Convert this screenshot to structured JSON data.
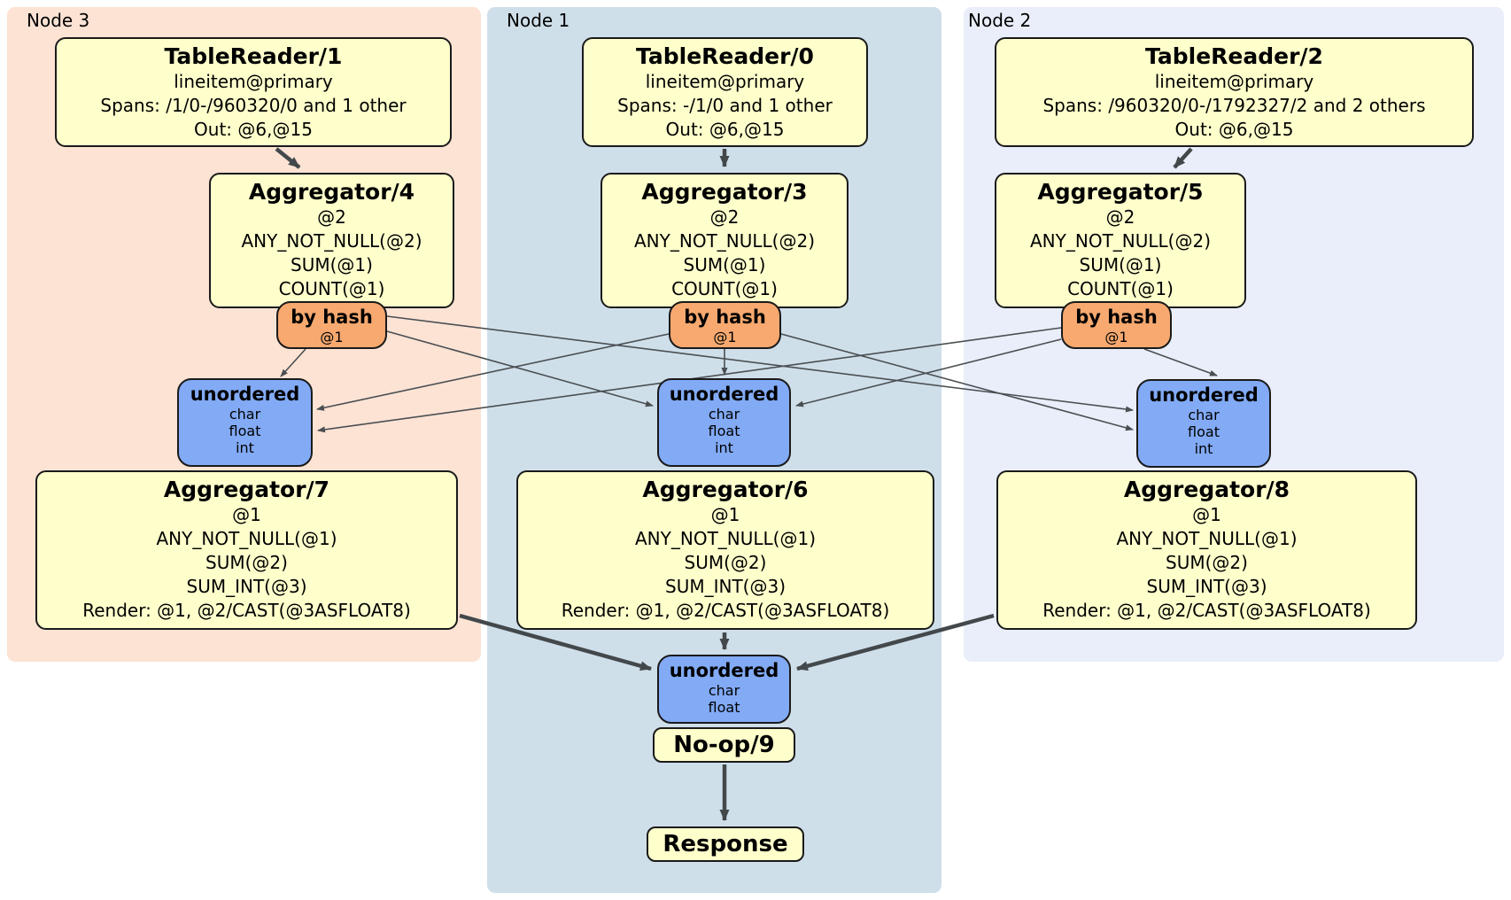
{
  "colors": {
    "panel_node1": "#cfdfea",
    "panel_node2": "#e9eefa",
    "panel_node3": "#fce3d4",
    "box_yellow": "#ffffcc",
    "router_orange": "#f7a96f",
    "sync_blue": "#82aaf5",
    "edge_thin": "#4a4f52",
    "edge_thick": "#43484b"
  },
  "node3": {
    "label": "Node 3",
    "table_reader": {
      "title": "TableReader/1",
      "lines": [
        "lineitem@primary",
        "Spans: /1/0-/960320/0 and 1 other",
        "Out: @6,@15"
      ]
    },
    "aggregator_top": {
      "title": "Aggregator/4",
      "lines": [
        "@2",
        "ANY_NOT_NULL(@2)",
        "SUM(@1)",
        "COUNT(@1)"
      ]
    },
    "router": {
      "title": "by hash",
      "lines": [
        "@1"
      ]
    },
    "sync": {
      "title": "unordered",
      "lines": [
        "char",
        "float",
        "int"
      ]
    },
    "aggregator_bottom": {
      "title": "Aggregator/7",
      "lines": [
        "@1",
        "ANY_NOT_NULL(@1)",
        "SUM(@2)",
        "SUM_INT(@3)",
        "Render: @1, @2/CAST(@3ASFLOAT8)"
      ]
    }
  },
  "node1": {
    "label": "Node 1",
    "table_reader": {
      "title": "TableReader/0",
      "lines": [
        "lineitem@primary",
        "Spans: -/1/0 and 1 other",
        "Out: @6,@15"
      ]
    },
    "aggregator_top": {
      "title": "Aggregator/3",
      "lines": [
        "@2",
        "ANY_NOT_NULL(@2)",
        "SUM(@1)",
        "COUNT(@1)"
      ]
    },
    "router": {
      "title": "by hash",
      "lines": [
        "@1"
      ]
    },
    "sync": {
      "title": "unordered",
      "lines": [
        "char",
        "float",
        "int"
      ]
    },
    "aggregator_bottom": {
      "title": "Aggregator/6",
      "lines": [
        "@1",
        "ANY_NOT_NULL(@1)",
        "SUM(@2)",
        "SUM_INT(@3)",
        "Render: @1, @2/CAST(@3ASFLOAT8)"
      ]
    },
    "final_sync": {
      "title": "unordered",
      "lines": [
        "char",
        "float"
      ]
    },
    "noop": {
      "title": "No-op/9"
    },
    "response": {
      "title": "Response"
    }
  },
  "node2": {
    "label": "Node 2",
    "table_reader": {
      "title": "TableReader/2",
      "lines": [
        "lineitem@primary",
        "Spans: /960320/0-/1792327/2 and 2 others",
        "Out: @6,@15"
      ]
    },
    "aggregator_top": {
      "title": "Aggregator/5",
      "lines": [
        "@2",
        "ANY_NOT_NULL(@2)",
        "SUM(@1)",
        "COUNT(@1)"
      ]
    },
    "router": {
      "title": "by hash",
      "lines": [
        "@1"
      ]
    },
    "sync": {
      "title": "unordered",
      "lines": [
        "char",
        "float",
        "int"
      ]
    },
    "aggregator_bottom": {
      "title": "Aggregator/8",
      "lines": [
        "@1",
        "ANY_NOT_NULL(@1)",
        "SUM(@2)",
        "SUM_INT(@3)",
        "Render: @1, @2/CAST(@3ASFLOAT8)"
      ]
    }
  }
}
